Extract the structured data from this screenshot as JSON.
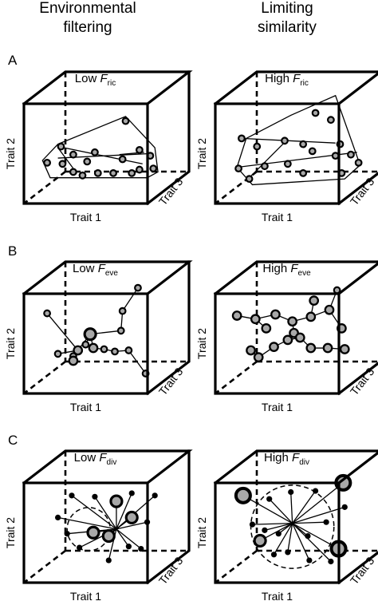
{
  "columns": [
    {
      "line1": "Environmental",
      "line2": "filtering"
    },
    {
      "line1": "Limiting",
      "line2": "similarity"
    }
  ],
  "axes": {
    "x": "Trait 1",
    "y": "Trait 2",
    "z": "Trait 3"
  },
  "rows": [
    {
      "letter": "A",
      "panels": [
        {
          "title_prefix": "Low ",
          "title_var": "F",
          "title_sub": "ric",
          "points": [
            [
              0.13,
              0.73,
              "s"
            ],
            [
              0.23,
              0.74,
              "s"
            ],
            [
              0.3,
              0.66,
              "s"
            ],
            [
              0.39,
              0.72,
              "s"
            ],
            [
              0.44,
              0.64,
              "s"
            ],
            [
              0.3,
              0.81,
              "s"
            ],
            [
              0.36,
              0.84,
              "s"
            ],
            [
              0.46,
              0.82,
              "s"
            ],
            [
              0.56,
              0.82,
              "s"
            ],
            [
              0.62,
              0.7,
              "s"
            ],
            [
              0.68,
              0.82,
              "s"
            ],
            [
              0.73,
              0.62,
              "s"
            ],
            [
              0.73,
              0.79,
              "s"
            ],
            [
              0.8,
              0.67,
              "s"
            ],
            [
              0.82,
              0.78,
              "s"
            ],
            [
              0.22,
              0.59,
              "s"
            ],
            [
              0.64,
              0.37,
              "s"
            ]
          ],
          "hull": [
            [
              0.2,
              0.57
            ],
            [
              0.64,
              0.33
            ],
            [
              0.83,
              0.6
            ],
            [
              0.85,
              0.81
            ],
            [
              0.78,
              0.86
            ],
            [
              0.15,
              0.86
            ],
            [
              0.1,
              0.71
            ]
          ],
          "lines": [
            [
              [
                0.2,
                0.59
              ],
              [
                0.75,
                0.74
              ]
            ],
            [
              [
                0.2,
                0.69
              ],
              [
                0.82,
                0.65
              ]
            ],
            [
              [
                0.2,
                0.6
              ],
              [
                0.3,
                0.78
              ]
            ],
            [
              [
                0.6,
                0.66
              ],
              [
                0.76,
                0.64
              ]
            ]
          ]
        },
        {
          "title_prefix": "High ",
          "title_var": "F",
          "title_sub": "ric",
          "points": [
            [
              0.15,
              0.52,
              "s"
            ],
            [
              0.25,
              0.59,
              "s"
            ],
            [
              0.3,
              0.76,
              "s"
            ],
            [
              0.43,
              0.54,
              "s"
            ],
            [
              0.45,
              0.74,
              "s"
            ],
            [
              0.55,
              0.82,
              "s"
            ],
            [
              0.61,
              0.63,
              "s"
            ],
            [
              0.63,
              0.3,
              "s"
            ],
            [
              0.73,
              0.36,
              "s"
            ],
            [
              0.76,
              0.67,
              "s"
            ],
            [
              0.79,
              0.57,
              "s"
            ],
            [
              0.8,
              0.82,
              "s"
            ],
            [
              0.86,
              0.66,
              "s"
            ],
            [
              0.13,
              0.78,
              "s"
            ],
            [
              0.2,
              0.87,
              "s"
            ],
            [
              0.91,
              0.73,
              "s"
            ],
            [
              0.55,
              0.57,
              "s"
            ]
          ],
          "hull": [
            [
              0.18,
              0.52
            ],
            [
              0.47,
              0.32
            ],
            [
              0.76,
              0.15
            ],
            [
              0.92,
              0.75
            ],
            [
              0.82,
              0.87
            ],
            [
              0.22,
              0.92
            ],
            [
              0.12,
              0.77
            ]
          ],
          "lines": [
            [
              [
                0.15,
                0.52
              ],
              [
                0.76,
                0.56
              ]
            ],
            [
              [
                0.12,
                0.77
              ],
              [
                0.9,
                0.64
              ]
            ],
            [
              [
                0.2,
                0.86
              ],
              [
                0.44,
                0.54
              ]
            ]
          ]
        }
      ]
    },
    {
      "letter": "B",
      "panels": [
        {
          "title_prefix": "Low ",
          "title_var": "F",
          "title_sub": "eve",
          "center": [
            0.44,
            0.55
          ],
          "points": [
            [
              0.13,
              0.39,
              "s"
            ],
            [
              0.2,
              0.74,
              "s"
            ],
            [
              0.3,
              0.76,
              "s"
            ],
            [
              0.33,
              0.71,
              "m"
            ],
            [
              0.3,
              0.8,
              "m"
            ],
            [
              0.38,
              0.66,
              "s"
            ],
            [
              0.41,
              0.57,
              "l"
            ],
            [
              0.43,
              0.69,
              "m"
            ],
            [
              0.5,
              0.7,
              "s"
            ],
            [
              0.57,
              0.72,
              "s"
            ],
            [
              0.61,
              0.54,
              "s"
            ],
            [
              0.62,
              0.37,
              "s"
            ],
            [
              0.72,
              0.17,
              "s"
            ],
            [
              0.66,
              0.71,
              "s"
            ],
            [
              0.77,
              0.91,
              "s"
            ]
          ],
          "edges": [
            [
              0,
              3
            ],
            [
              1,
              3
            ],
            [
              2,
              3
            ],
            [
              4,
              3
            ],
            [
              3,
              6
            ],
            [
              5,
              6
            ],
            [
              6,
              7
            ],
            [
              7,
              8
            ],
            [
              8,
              9
            ],
            [
              9,
              13
            ],
            [
              6,
              10
            ],
            [
              10,
              11
            ],
            [
              11,
              12
            ],
            [
              13,
              14
            ]
          ]
        },
        {
          "title_prefix": "High ",
          "title_var": "F",
          "title_sub": "eve",
          "points": [
            [
              0.12,
              0.41,
              "m"
            ],
            [
              0.24,
              0.44,
              "m"
            ],
            [
              0.31,
              0.52,
              "m"
            ],
            [
              0.37,
              0.4,
              "m"
            ],
            [
              0.48,
              0.46,
              "m"
            ],
            [
              0.49,
              0.56,
              "m"
            ],
            [
              0.6,
              0.42,
              "m"
            ],
            [
              0.62,
              0.28,
              "m"
            ],
            [
              0.72,
              0.36,
              "m"
            ],
            [
              0.77,
              0.19,
              "s"
            ],
            [
              0.8,
              0.52,
              "m"
            ],
            [
              0.21,
              0.71,
              "m"
            ],
            [
              0.26,
              0.77,
              "m"
            ],
            [
              0.36,
              0.68,
              "m"
            ],
            [
              0.45,
              0.62,
              "m"
            ],
            [
              0.53,
              0.6,
              "m"
            ],
            [
              0.6,
              0.69,
              "m"
            ],
            [
              0.71,
              0.69,
              "m"
            ],
            [
              0.82,
              0.7,
              "m"
            ]
          ],
          "edges": [
            [
              0,
              1
            ],
            [
              1,
              2
            ],
            [
              1,
              3
            ],
            [
              3,
              4
            ],
            [
              4,
              5
            ],
            [
              4,
              6
            ],
            [
              6,
              7
            ],
            [
              6,
              8
            ],
            [
              8,
              9
            ],
            [
              8,
              10
            ],
            [
              5,
              14
            ],
            [
              14,
              13
            ],
            [
              13,
              12
            ],
            [
              12,
              11
            ],
            [
              14,
              15
            ],
            [
              15,
              16
            ],
            [
              16,
              17
            ],
            [
              17,
              18
            ]
          ]
        }
      ]
    },
    {
      "letter": "C",
      "panels": [
        {
          "title_prefix": "Low ",
          "title_var": "F",
          "title_sub": "div",
          "center": [
            0.58,
            0.62
          ],
          "circle": [
            0.4,
            0.62,
            0.14
          ],
          "points": [
            [
              0.29,
              0.33,
              "d"
            ],
            [
              0.44,
              0.34,
              "d"
            ],
            [
              0.58,
              0.38,
              "l"
            ],
            [
              0.68,
              0.31,
              "d"
            ],
            [
              0.2,
              0.52,
              "d"
            ],
            [
              0.78,
              0.56,
              "d"
            ],
            [
              0.68,
              0.52,
              "l"
            ],
            [
              0.43,
              0.65,
              "l"
            ],
            [
              0.53,
              0.68,
              "l"
            ],
            [
              0.34,
              0.78,
              "d"
            ],
            [
              0.53,
              0.89,
              "d"
            ],
            [
              0.66,
              0.77,
              "d"
            ],
            [
              0.74,
              0.79,
              "d"
            ],
            [
              0.26,
              0.66,
              "d"
            ],
            [
              0.83,
              0.33,
              "d"
            ]
          ]
        },
        {
          "title_prefix": "High ",
          "title_var": "F",
          "title_sub": "div",
          "center": [
            0.48,
            0.57
          ],
          "circle": [
            0.48,
            0.6,
            0.27
          ],
          "points": [
            [
              0.16,
              0.33,
              "L"
            ],
            [
              0.33,
              0.36,
              "d"
            ],
            [
              0.47,
              0.3,
              "d"
            ],
            [
              0.63,
              0.29,
              "d"
            ],
            [
              0.81,
              0.22,
              "L"
            ],
            [
              0.22,
              0.58,
              "d"
            ],
            [
              0.3,
              0.63,
              "d"
            ],
            [
              0.27,
              0.72,
              "l"
            ],
            [
              0.39,
              0.66,
              "d"
            ],
            [
              0.45,
              0.82,
              "d"
            ],
            [
              0.58,
              0.68,
              "d"
            ],
            [
              0.7,
              0.56,
              "d"
            ],
            [
              0.78,
              0.79,
              "L"
            ],
            [
              0.73,
              0.9,
              "d"
            ],
            [
              0.59,
              0.89,
              "d"
            ],
            [
              0.82,
              0.43,
              "d"
            ],
            [
              0.36,
              0.84,
              "d"
            ]
          ]
        }
      ]
    }
  ]
}
